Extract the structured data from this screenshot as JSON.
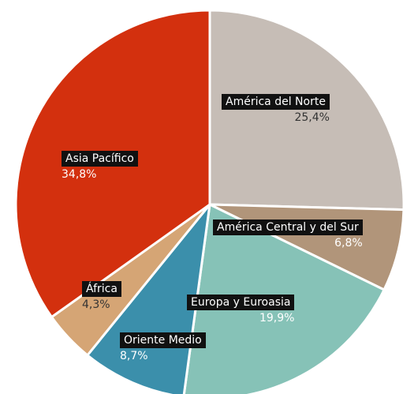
{
  "chart_data": {
    "type": "pie",
    "start_angle_deg": 0,
    "direction": "clockwise",
    "slices": [
      {
        "label": "América del Norte",
        "value_text": "25,4%",
        "value": 25.4,
        "color": "#c6bdb6"
      },
      {
        "label": "América Central y del Sur",
        "value_text": "6,8%",
        "value": 6.8,
        "color": "#b1957a"
      },
      {
        "label": "Europa y Euroasia",
        "value_text": "19,9%",
        "value": 19.9,
        "color": "#86c2b7"
      },
      {
        "label": "Oriente Medio",
        "value_text": "8,7%",
        "value": 8.7,
        "color": "#3b8fab"
      },
      {
        "label": "África",
        "value_text": "4,3%",
        "value": 4.3,
        "color": "#d5a575"
      },
      {
        "label": "Asia Pacífico",
        "value_text": "34,8%",
        "value": 34.8,
        "color": "#d3300e"
      }
    ]
  }
}
